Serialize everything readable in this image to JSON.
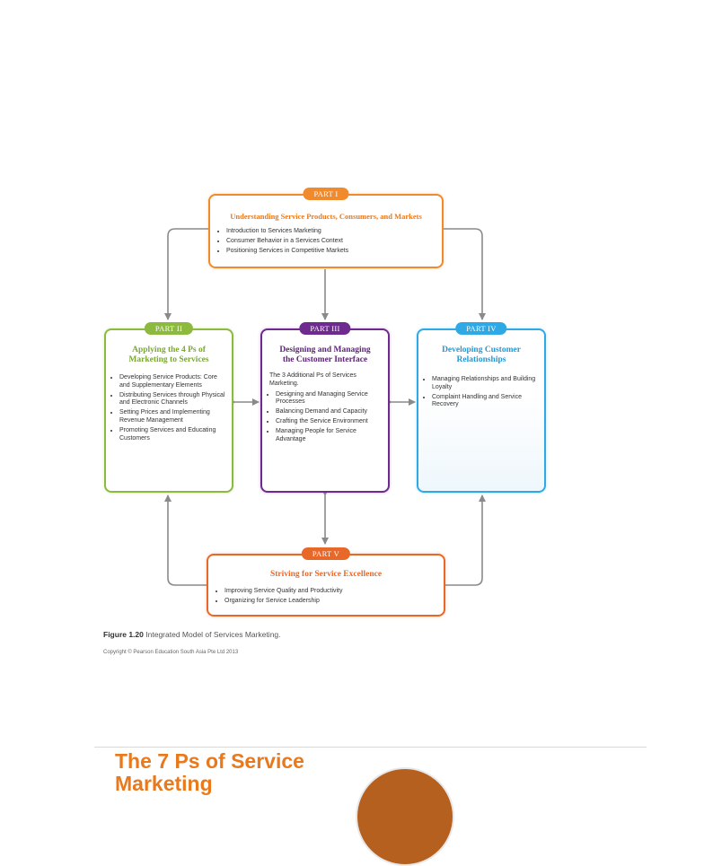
{
  "colors": {
    "part1": "#f08a2c",
    "part2": "#8cba3e",
    "part3": "#6e2a8e",
    "part4": "#2fa9e6",
    "part5": "#e8682a",
    "arrow": "#8a8a8a"
  },
  "part1": {
    "badge": "PART I",
    "title": "Understanding Service Products, Consumers, and Markets",
    "items": [
      "Introduction to Services Marketing",
      "Consumer Behavior in a Services Context",
      "Positioning Services in Competitive Markets"
    ]
  },
  "part2": {
    "badge": "PART II",
    "title": "Applying the 4 Ps of Marketing to Services",
    "items": [
      "Developing Service Products: Core and Supplementary Elements",
      "Distributing Services through Physical and Electronic Channels",
      "Setting Prices and Implementing Revenue Management",
      "Promoting Services and Educating Customers"
    ]
  },
  "part3": {
    "badge": "PART III",
    "title": "Designing and Managing the Customer Interface",
    "intro": "The 3 Additional Ps of Services Marketing.",
    "items": [
      "Designing and Managing Service Processes",
      "Balancing Demand and Capacity",
      "Crafting the Service Environment",
      "Managing People for Service Advantage"
    ]
  },
  "part4": {
    "badge": "PART IV",
    "title": "Developing Customer Relationships",
    "items": [
      "Managing Relationships and Building Loyalty",
      "Complaint Handling and Service Recovery"
    ]
  },
  "part5": {
    "badge": "PART V",
    "title": "Striving for Service Excellence",
    "items": [
      "Improving Service Quality and Productivity",
      "Organizing for Service Leadership"
    ]
  },
  "caption": {
    "label": "Figure 1.20",
    "text": "Integrated Model of Services Marketing."
  },
  "copyright": "Copyright © Pearson Education South Asia Pte Ltd 2013",
  "slide_title": "The 7 Ps of Service Marketing"
}
